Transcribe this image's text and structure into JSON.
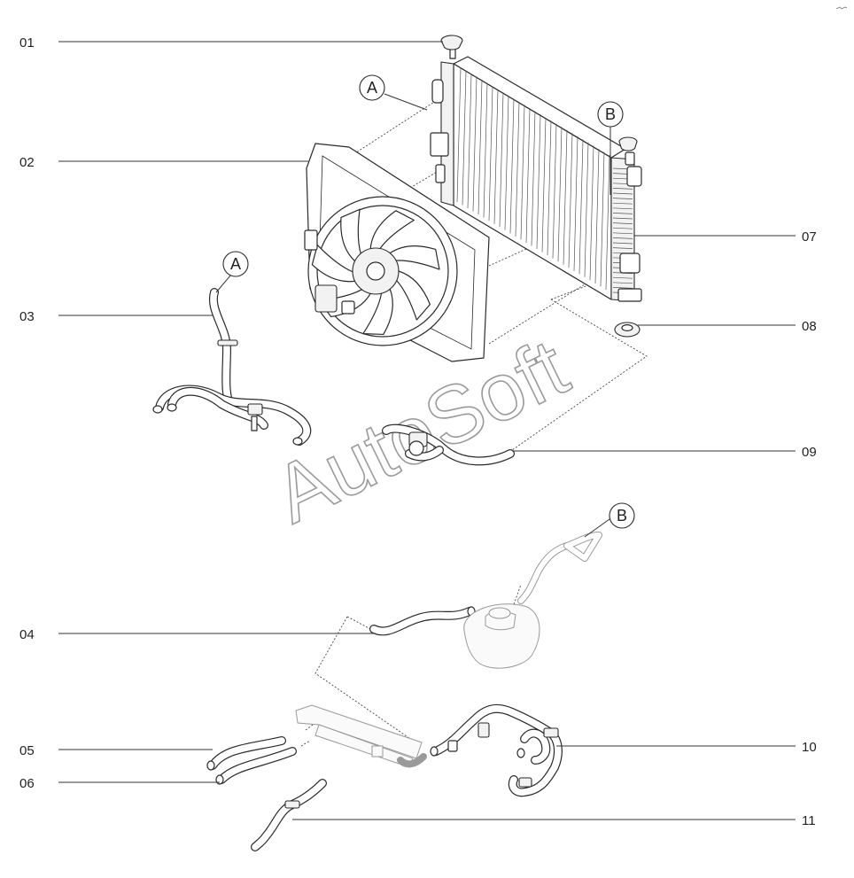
{
  "callouts": [
    {
      "id": "01",
      "label": "01"
    },
    {
      "id": "02",
      "label": "02"
    },
    {
      "id": "03",
      "label": "03"
    },
    {
      "id": "04",
      "label": "04"
    },
    {
      "id": "05",
      "label": "05"
    },
    {
      "id": "06",
      "label": "06"
    },
    {
      "id": "07",
      "label": "07"
    },
    {
      "id": "08",
      "label": "08"
    },
    {
      "id": "09",
      "label": "09"
    },
    {
      "id": "10",
      "label": "10"
    },
    {
      "id": "11",
      "label": "11"
    }
  ],
  "reference_markers": {
    "a_radiator": "A",
    "a_hose": "A",
    "b_radiator": "B",
    "b_hose": "B"
  },
  "watermark": "AutoSoft"
}
